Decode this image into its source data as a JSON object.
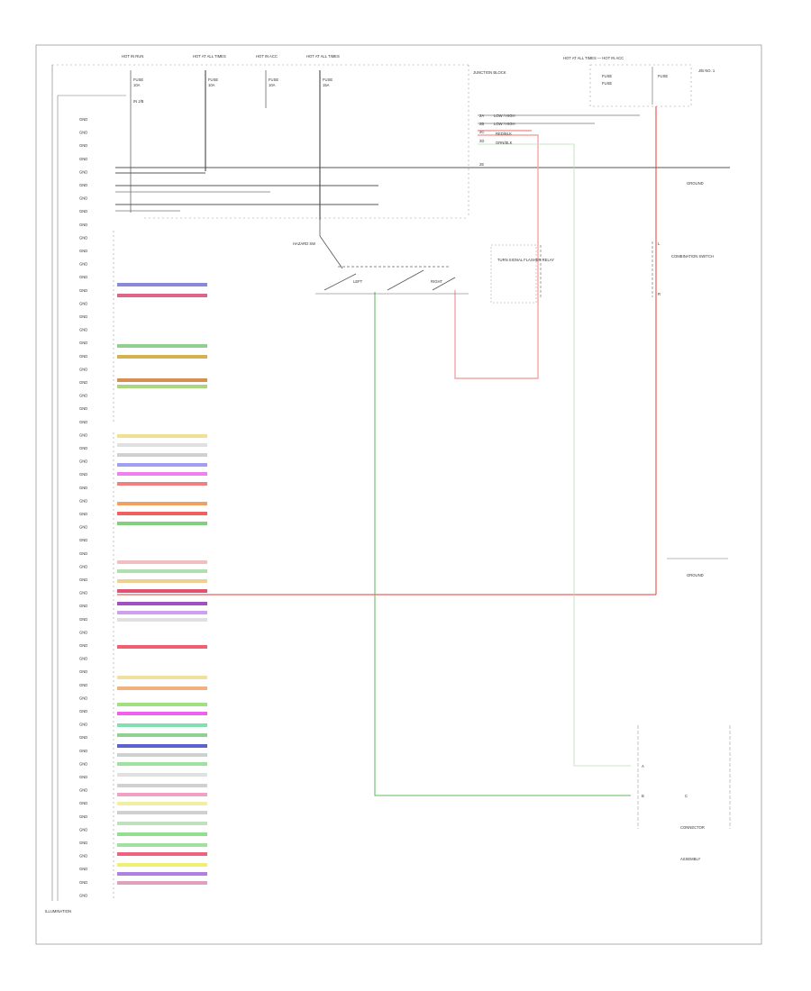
{
  "top_fuses": [
    {
      "label": "HOT IN RUN",
      "fuse": "FUSE",
      "amp": "10A"
    },
    {
      "label": "HOT AT ALL TIMES",
      "fuse": "FUSE",
      "amp": "10A"
    },
    {
      "label": "HOT IN ACC",
      "fuse": "FUSE",
      "amp": "10A"
    },
    {
      "label": "HOT AT ALL TIMES",
      "fuse": "FUSE",
      "amp": "15A"
    }
  ],
  "fuse_note": "IN J/B",
  "jb_box_label": "JUNCTION BLOCK",
  "power_source_label": "HOT AT ALL TIMES — HOT IN ACC",
  "power_fuses": [
    "FUSE",
    "FUSE",
    "FUSE"
  ],
  "power_box_label": "J/B NO. 1",
  "jb_right_pins": [
    {
      "pin": "2A",
      "text": "LOW / HIGH"
    },
    {
      "pin": "2B",
      "text": "LOW / HIGH"
    },
    {
      "pin": "2C",
      "text": ""
    },
    {
      "pin": "2D",
      "text": ""
    },
    {
      "pin": "2E",
      "text": ""
    }
  ],
  "jb_right_wire_labels": [
    "RED/BLK",
    "GRN/BLK"
  ],
  "ground_label_top": "GROUND",
  "ground_label_bottom": "GROUND",
  "switch_label": "HAZARD SW",
  "relay_label": "TURN SIGNAL FLASHER RELAY",
  "combo_switch_label": "COMBINATION SWITCH",
  "combo_terminals": [
    "L",
    "R"
  ],
  "contacts": [
    "LEFT",
    "RIGHT"
  ],
  "bottom_right_box_label": "CONNECTOR",
  "bottom_right_pins": [
    "A",
    "B",
    "C"
  ],
  "bottom_right_note": "ASSEMBLY",
  "bottom_label": "ILLUMINATION",
  "left_labels": [
    "GND",
    "GND",
    "GND",
    "GND",
    "GND",
    "GND",
    "GND",
    "GND",
    "GND",
    "GND",
    "GND",
    "GND",
    "GND",
    "GND",
    "GND",
    "GND",
    "GND",
    "GND",
    "GND",
    "GND",
    "GND",
    "GND",
    "GND",
    "GND",
    "GND",
    "GND",
    "GND",
    "GND",
    "GND",
    "GND",
    "GND",
    "GND",
    "GND",
    "GND",
    "GND",
    "GND",
    "GND",
    "GND",
    "GND",
    "GND",
    "GND",
    "GND",
    "GND",
    "GND",
    "GND",
    "GND",
    "GND",
    "GND",
    "GND",
    "GND",
    "GND",
    "GND",
    "GND",
    "GND",
    "GND",
    "GND",
    "GND",
    "GND",
    "GND",
    "GND"
  ],
  "colors": {
    "frame": "#888888",
    "wire": "#555555",
    "red": "#e83a3a",
    "red_pale": "#f4a6a6",
    "green": "#5cb85c"
  }
}
